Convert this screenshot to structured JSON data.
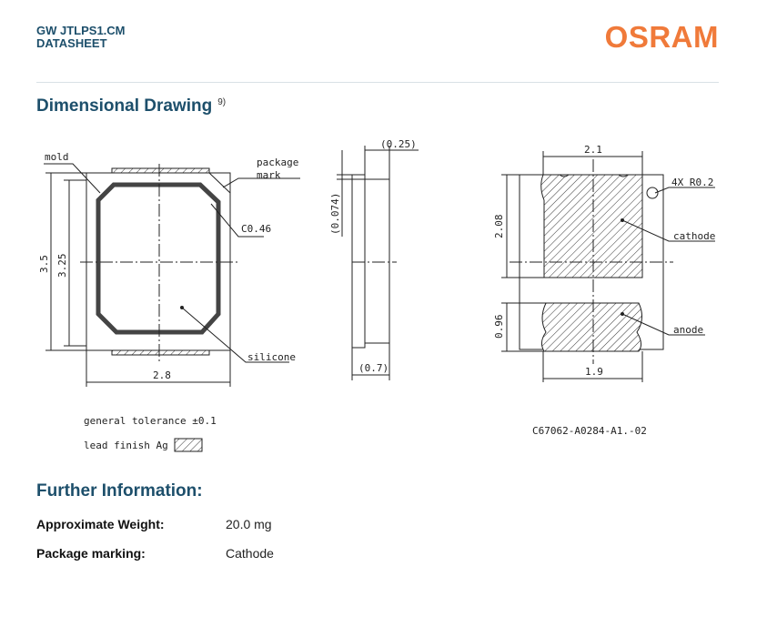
{
  "header": {
    "product": "GW JTLPS1.CM",
    "doc_type": "DATASHEET",
    "brand": "OSRAM"
  },
  "dimensional_drawing": {
    "title": "Dimensional Drawing",
    "footnote": "9)",
    "labels": {
      "mold": "mold",
      "package_mark_1": "package",
      "package_mark_2": "mark",
      "chamfer": "C0.46",
      "silicone": "silicone",
      "dim_3_5": "3.5",
      "dim_3_25": "3.25",
      "dim_2_8": "2.8",
      "dim_0_25": "(0.25)",
      "dim_0_074": "(0.074)",
      "dim_0_7": "(0.7)",
      "dim_2_1": "2.1",
      "radius": "4X R0.2",
      "dim_2_08": "2.08",
      "cathode": "cathode",
      "dim_0_96": "0.96",
      "anode": "anode",
      "dim_1_9": "1.9",
      "tolerance": "general tolerance ±0.1",
      "lead_finish": "lead finish Ag",
      "drawing_no": "C67062-A0284-A1.-02"
    }
  },
  "further_info": {
    "title": "Further Information:",
    "rows": [
      {
        "label": "Approximate Weight:",
        "value": "20.0 mg"
      },
      {
        "label": "Package marking:",
        "value": "Cathode"
      }
    ]
  }
}
